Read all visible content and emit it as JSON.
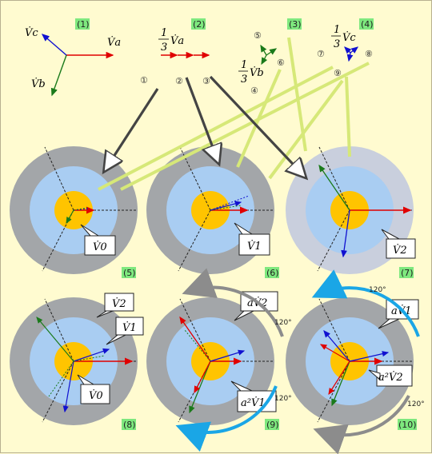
{
  "panel_labels": [
    "(1)",
    "(2)",
    "(3)",
    "(4)",
    "(5)",
    "(6)",
    "(7)",
    "(8)",
    "(9)",
    "(10)"
  ],
  "markers": [
    "①",
    "②",
    "③",
    "④",
    "⑤",
    "⑥",
    "⑦",
    "⑧",
    "⑨"
  ],
  "top": {
    "vc": "V̇c",
    "va": "V̇a",
    "vb": "V̇b",
    "third": "1",
    "three": "3",
    "va_frac_sym": "V̇a",
    "vb_frac_sym": "V̇b",
    "vc_frac_sym": "V̇c"
  },
  "callouts": {
    "v0": "V̇0",
    "v1": "V̇1",
    "v2": "V̇2",
    "r8_v2": "V̇2",
    "r8_v1": "V̇1",
    "r8_v0": "V̇0",
    "r9_av2": "aV̇2",
    "r9_a2v1": "a²V̇1",
    "r10_av1": "aV̇1",
    "r10_a2v2": "a²V̇2"
  },
  "angles": {
    "a1": "120°",
    "a2": "120°",
    "a3": "120°",
    "a4": "120°"
  },
  "colors": {
    "background": "#fffbd0",
    "tag_fill": "#7ee87e",
    "outer_ring": "#a3a6a9",
    "mid_ring": "#a9cdf2",
    "inner_ring": "#c9cfdd",
    "core": "#ffc400",
    "phase_a": "#e00000",
    "phase_b": "#1a7a1a",
    "phase_c": "#1010d0",
    "rotation_arrow": "#1aa6e6",
    "rotation_arrow_alt": "#8c8c8c",
    "guide_line": "#d6e878"
  }
}
